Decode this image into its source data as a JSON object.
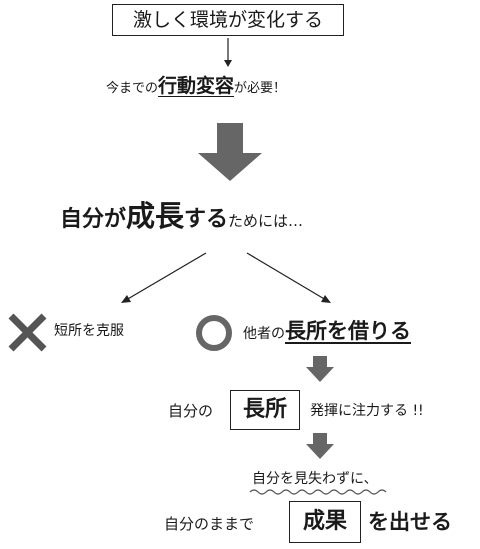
{
  "top_box": "激しく環境が変化する",
  "line2": {
    "prefix": "今までの",
    "emphasis": "行動変容",
    "suffix": "が必要！"
  },
  "line3": {
    "part1": "自分が",
    "part2": "成長",
    "part3": "する",
    "part4": "ためには…"
  },
  "left_branch": {
    "symbol": "✕",
    "label": "短所を克服"
  },
  "right_branch": {
    "symbol": "○",
    "prefix": "他者の",
    "emphasis": "長所を借りる"
  },
  "line6": {
    "prefix": "自分の",
    "boxed": "長所",
    "suffix": "発揮に注力する !!"
  },
  "line7": "自分を見失わずに、",
  "line8": {
    "prefix": "自分のままで",
    "boxed": "成果",
    "suffix": "を出せる"
  },
  "colors": {
    "arrow": "#666666",
    "cross": "#555555",
    "circle": "#666666",
    "wavy": "#555555"
  }
}
